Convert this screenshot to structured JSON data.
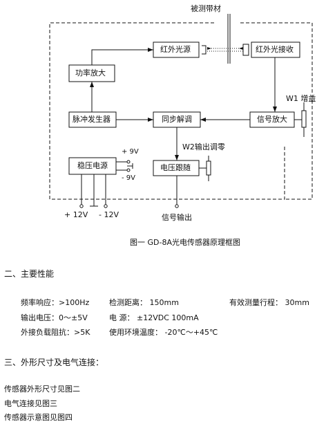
{
  "diagram": {
    "labels": {
      "material": "被测带材",
      "ir_source": "红外光源",
      "ir_receiver": "红外光接收",
      "power_amp": "功率放大",
      "w1": "W1 增益",
      "pulse_gen": "脉冲发生器",
      "sync_demod": "同步解调",
      "signal_amp": "信号放大",
      "w2": "W2输出调零",
      "plus9": "+ 9V",
      "minus9": "- 9V",
      "regulator": "稳压电源",
      "voltage_follower": "电压跟随",
      "plus12": "+ 12V",
      "minus12": "- 12V",
      "signal_out": "信号输出"
    },
    "caption": "图一 GD-8A光电传感器原理框图"
  },
  "section2": {
    "heading": "二、主要性能",
    "row1": [
      "频率响应：>100Hz",
      "检测距离： 150mm",
      "有效测量行程： 30mm"
    ],
    "row2": [
      "输出电压：0～±5V",
      "电 源： ±12VDC 100mA"
    ],
    "row3": [
      "外接负载阻抗：>5K",
      "使用环境温度： -20℃～+45℃"
    ]
  },
  "section3": {
    "heading": "三、外形尺寸及电气连接：",
    "lines": [
      "传感器外形尺寸见图二",
      "电气连接见图三",
      "传感器示意图见图四"
    ]
  }
}
